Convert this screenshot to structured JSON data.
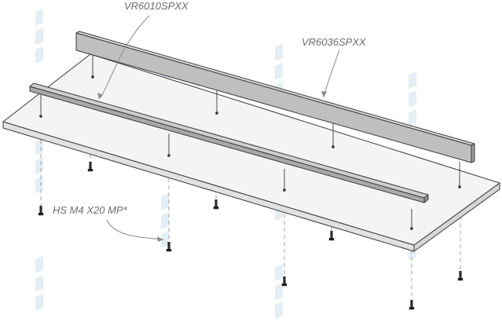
{
  "labels": {
    "rail": "VR6010SPXX",
    "panel": "VR6036SPXX",
    "screw": "HS M4 X20 MP*"
  },
  "colors": {
    "shelf_top": "#f4f4f4",
    "shelf_edge": "#e2e2e2",
    "outline": "#3a3a3a",
    "panel": "#bfbfbf",
    "rail": "#a9a9a9",
    "label": "#6c6c6c",
    "leader": "#8a8a8a",
    "watermark": "#e4eef5"
  }
}
